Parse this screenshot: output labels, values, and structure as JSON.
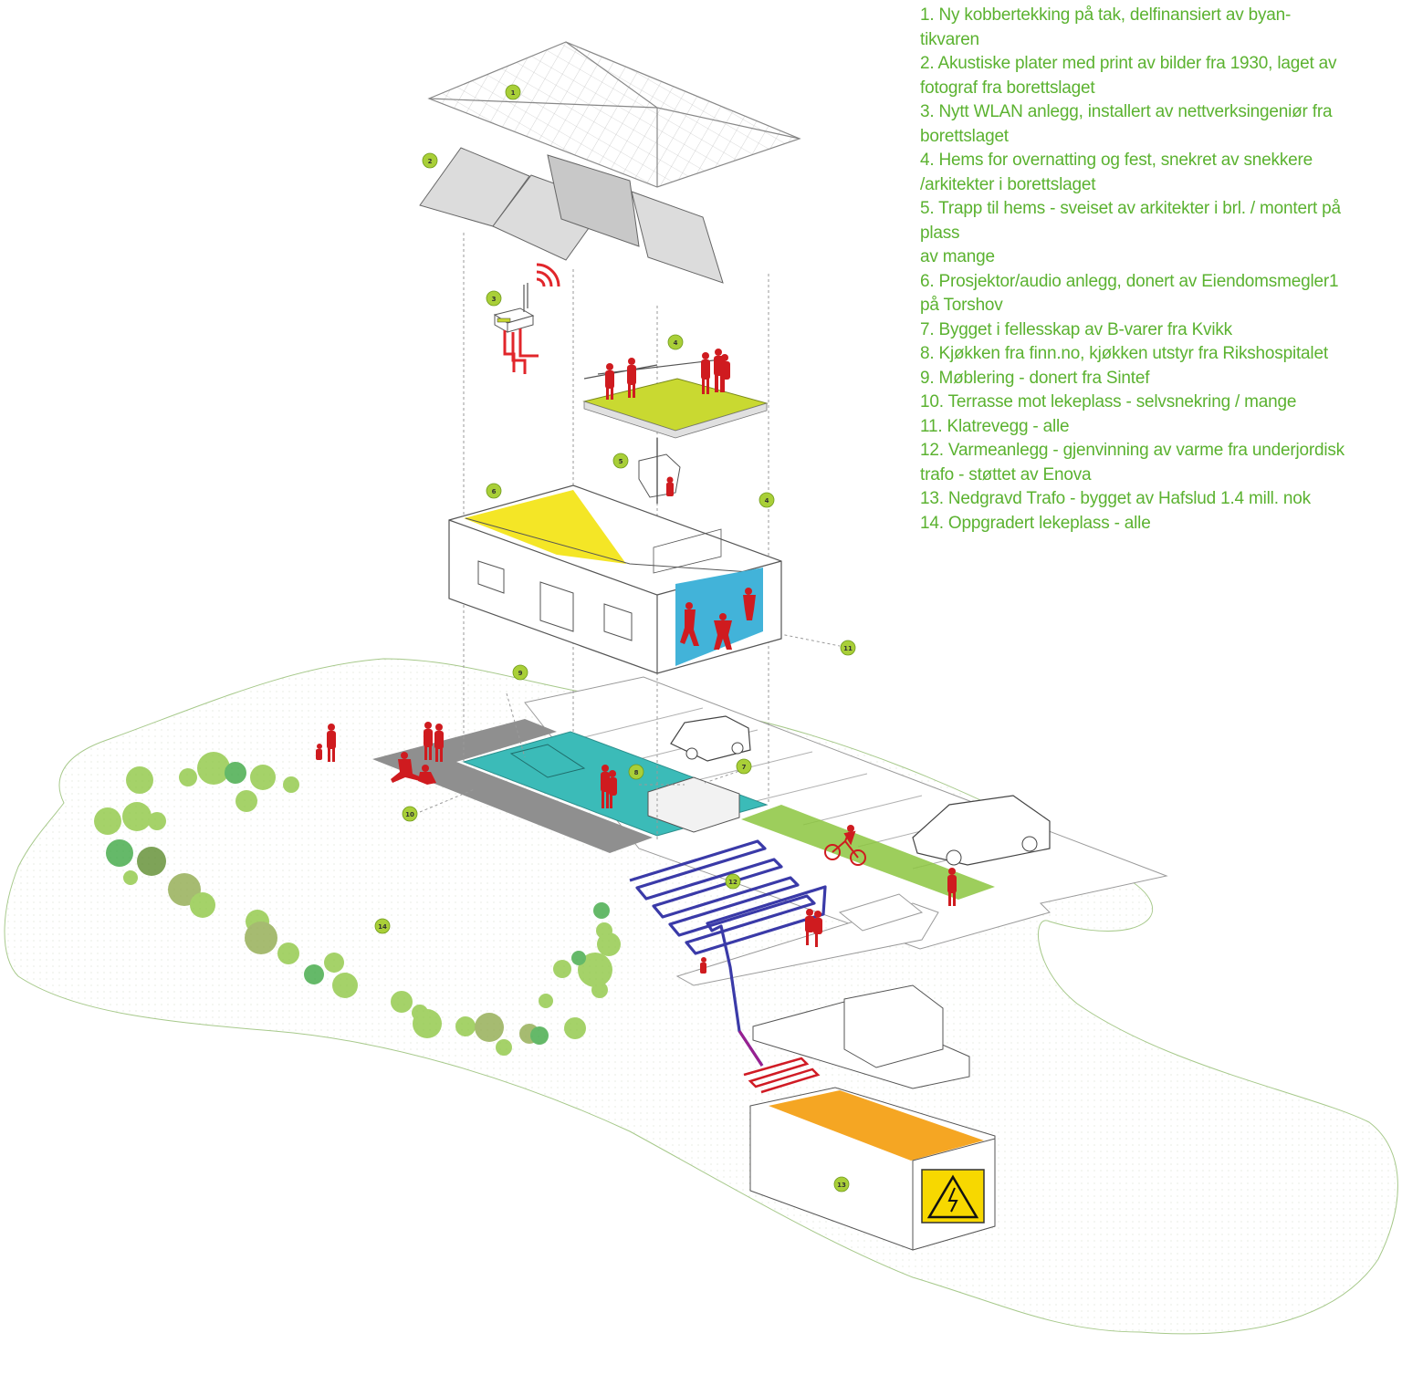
{
  "legend": {
    "items": [
      "1.  Ny kobbertekking på tak, delfinansiert av byan-\ntikvaren",
      "2. Akustiske plater med print av bilder fra 1930, laget av\nfotograf fra borettslaget",
      "3. Nytt WLAN anlegg, installert av nettverksingeniør fra\nborettslaget",
      "4. Hems for overnatting og fest, snekret av snekkere\n/arkitekter i borettslaget",
      "5. Trapp til hems - sveiset av arkitekter i brl. / montert på\nplass\nav mange",
      "6. Prosjektor/audio anlegg, donert av Eiendomsmegler1\npå Torshov",
      "7. Bygget i fellesskap av B-varer fra Kvikk",
      "8. Kjøkken fra finn.no, kjøkken utstyr fra Rikshospitalet",
      "9. Møblering - donert fra Sintef",
      "10. Terrasse mot lekeplass - selvsnekring / mange",
      "11. Klatrevegg - alle",
      "12. Varmeanlegg - gjenvinning av varme fra underjordisk\ntrafo - støttet av Enova",
      "13. Nedgravd Trafo - bygget av Hafslud 1.4 mill. nok",
      "14. Oppgradert lekeplass - alle"
    ]
  },
  "badges": [
    "1",
    "2",
    "3",
    "4",
    "5",
    "6",
    "4",
    "11",
    "9",
    "7",
    "8",
    "10",
    "12",
    "14",
    "13"
  ],
  "colors": {
    "legend_text": "#5bb230",
    "badge": "#a9cf38",
    "people": "#cf1b1f",
    "loft": "#c9d931",
    "projector": "#f3e51a",
    "climbing_wall": "#42b3d9",
    "floor": "#3bbbb8",
    "terrace": "#8f8f8f",
    "heating_pipe": "#3a3aa8",
    "transformer": "#f5a623",
    "warning_sign": "#f7d800",
    "trees": "#8cc63f"
  },
  "icons": [
    "wifi-signal-icon",
    "router-icon",
    "high-voltage-warning-icon",
    "car-icon",
    "bicycle-icon",
    "person-figure-icon",
    "tree-icon"
  ]
}
